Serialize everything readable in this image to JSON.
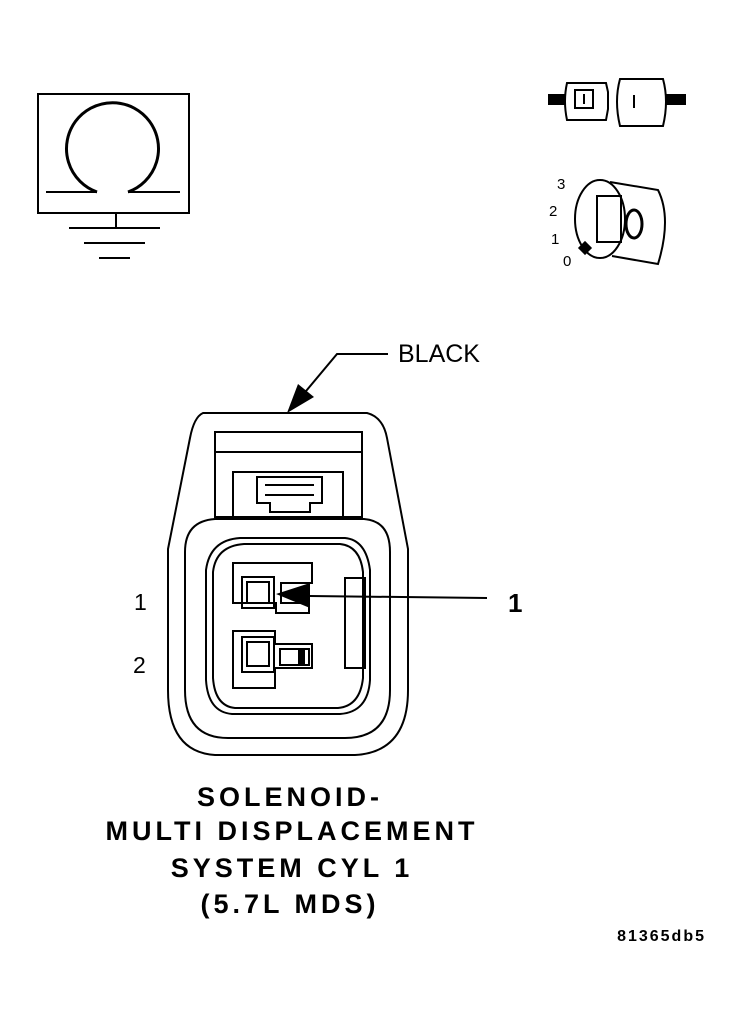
{
  "solenoid_symbol": {
    "icon": "solenoid-coil-icon"
  },
  "connector_legend_icon": "connector-pair-icon",
  "lock_legend": {
    "icon": "key-lock-icon",
    "positions": [
      "3",
      "2",
      "1",
      "0"
    ],
    "key_label": "0"
  },
  "connector": {
    "color_callout": "BLACK",
    "pins": [
      "1",
      "2"
    ],
    "callout_number": "1"
  },
  "title_lines": [
    "SOLENOID-",
    "MULTI DISPLACEMENT",
    "SYSTEM CYL 1",
    "(5.7L MDS)"
  ],
  "figure_id": "81365db5"
}
